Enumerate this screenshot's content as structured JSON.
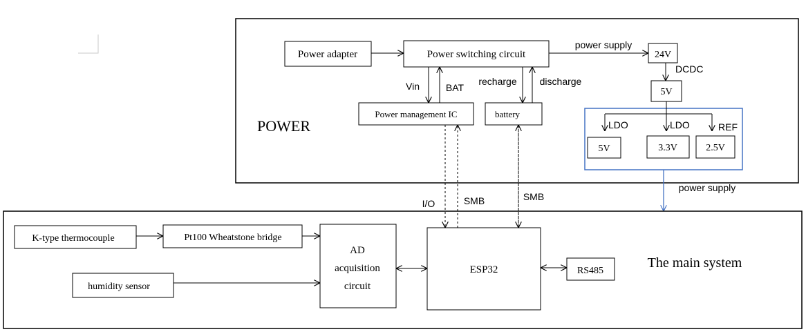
{
  "colors": {
    "stroke": "#000000",
    "blue_accent": "#4472c4",
    "background": "#ffffff"
  },
  "power": {
    "title": "POWER",
    "power_adapter": "Power adapter",
    "switching_circuit": "Power switching circuit",
    "power_supply_top": "power supply",
    "v24": "24V",
    "dcdc": "DCDC",
    "v5_mid": "5V",
    "vin": "Vin",
    "bat": "BAT",
    "recharge": "recharge",
    "discharge": "discharge",
    "pmic": "Power management IC",
    "battery": "battery",
    "ldo1": "LDO",
    "ldo2": "LDO",
    "ref": "REF",
    "out_5v": "5V",
    "out_33v": "3.3V",
    "out_25v": "2.5V"
  },
  "links": {
    "io": "I/O",
    "smb1": "SMB",
    "smb2": "SMB",
    "power_supply_bottom": "power supply"
  },
  "main": {
    "title": "The main system",
    "thermocouple": "K-type thermocouple",
    "bridge": "Pt100 Wheatstone bridge",
    "humidity": "humidity sensor",
    "ad_line1": "AD",
    "ad_line2": "acquisition",
    "ad_line3": "circuit",
    "esp32": "ESP32",
    "rs485": "RS485"
  }
}
